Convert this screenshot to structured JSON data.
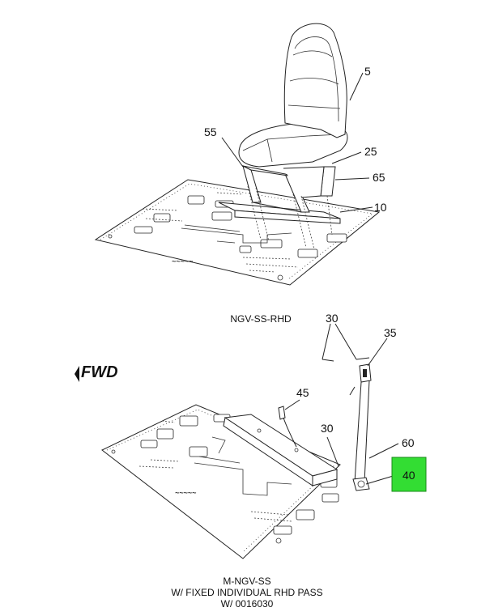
{
  "top_view": {
    "caption": "NGV-SS-RHD",
    "callouts": [
      {
        "id": "c5",
        "label": "5"
      },
      {
        "id": "c55",
        "label": "55"
      },
      {
        "id": "c25",
        "label": "25"
      },
      {
        "id": "c65",
        "label": "65"
      },
      {
        "id": "c10",
        "label": "10"
      }
    ]
  },
  "bottom_view": {
    "caption_lines": [
      "M-NGV-SS",
      "W/ FIXED INDIVIDUAL RHD PASS",
      "W/ 0016030"
    ],
    "direction_label": "FWD",
    "callouts": [
      {
        "id": "c30a",
        "label": "30"
      },
      {
        "id": "c35",
        "label": "35"
      },
      {
        "id": "c45",
        "label": "45"
      },
      {
        "id": "c30b",
        "label": "30"
      },
      {
        "id": "c60",
        "label": "60"
      },
      {
        "id": "c40",
        "label": "40",
        "highlighted": true
      }
    ]
  },
  "colors": {
    "highlight": "#33dd33",
    "line": "#222222"
  }
}
